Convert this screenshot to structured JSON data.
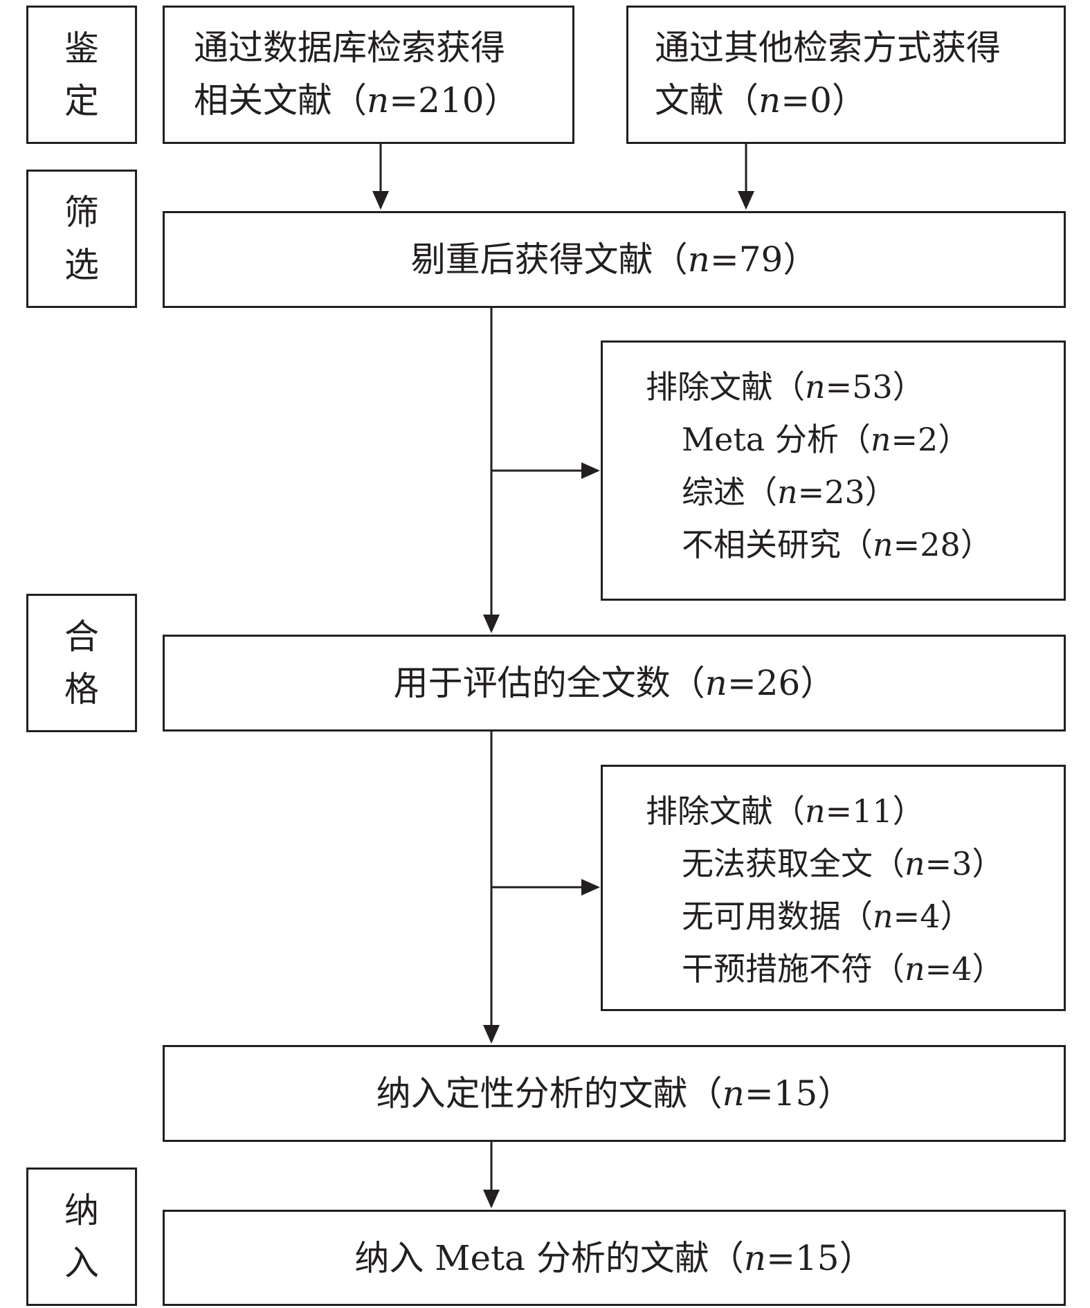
{
  "stages": {
    "identification": [
      "鉴",
      "定"
    ],
    "screening": [
      "筛",
      "选"
    ],
    "eligibility": [
      "合",
      "格"
    ],
    "included": [
      "纳",
      "入"
    ]
  },
  "boxes": {
    "database_search": {
      "line1": "通过数据库检索获得",
      "line2": "相关文献（n=210）"
    },
    "other_search": {
      "line1": "通过其他检索方式获得",
      "line2": "文献（n=0）"
    },
    "after_dedup": "剔重后获得文献（n=79）",
    "excluded_1": {
      "heading": "排除文献（n=53）",
      "items": [
        "Meta 分析（n=2）",
        "综述（n=23）",
        "不相关研究（n=28）"
      ]
    },
    "full_text_assessed": "用于评估的全文数（n=26）",
    "excluded_2": {
      "heading": "排除文献（n=11）",
      "items": [
        "无法获取全文（n=3）",
        "无可用数据（n=4）",
        "干预措施不符（n=4）"
      ]
    },
    "qualitative": "纳入定性分析的文献（n=15）",
    "meta_analysis": "纳入 Meta 分析的文献（n=15）"
  }
}
